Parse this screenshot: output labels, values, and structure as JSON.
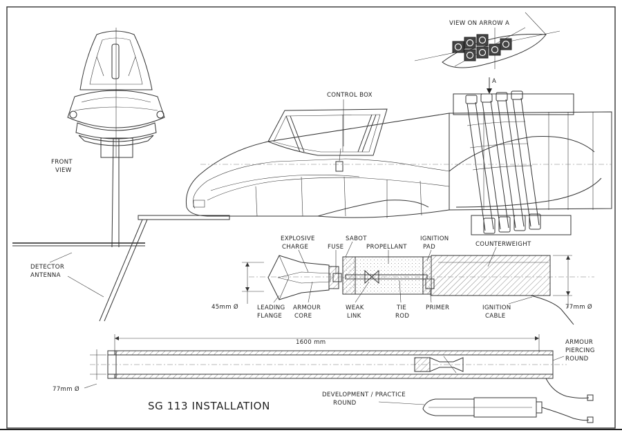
{
  "title": "SG 113 INSTALLATION",
  "labels": {
    "view_on_arrow": "VIEW ON ARROW A",
    "arrow_a": "A",
    "control_box": "CONTROL BOX",
    "front_view_1": "FRONT",
    "front_view_2": "VIEW",
    "detector_1": "DETECTOR",
    "detector_2": "ANTENNA",
    "explosive_1": "EXPLOSIVE",
    "explosive_2": "CHARGE",
    "sabot": "SABOT",
    "fuse": "FUSE",
    "propellant": "PROPELLANT",
    "ignition_pad_1": "IGNITION",
    "ignition_pad_2": "PAD",
    "counterweight": "COUNTERWEIGHT",
    "dia_45": "45mm Ø",
    "leading_1": "LEADING",
    "leading_2": "FLANGE",
    "armour_core_1": "ARMOUR",
    "armour_core_2": "CORE",
    "weak_1": "WEAK",
    "weak_2": "LINK",
    "tie_1": "TIE",
    "tie_2": "ROD",
    "primer": "PRIMER",
    "ignition_cable_1": "IGNITION",
    "ignition_cable_2": "CABLE",
    "dia_77_right": "77mm Ø",
    "length_1600": "1600 mm",
    "armour_piercing_1": "ARMOUR",
    "armour_piercing_2": "PIERCING",
    "armour_piercing_3": "ROUND",
    "dia_77_left": "77mm Ø",
    "dev_round_1": "DEVELOPMENT / PRACTICE",
    "dev_round_2": "ROUND"
  }
}
